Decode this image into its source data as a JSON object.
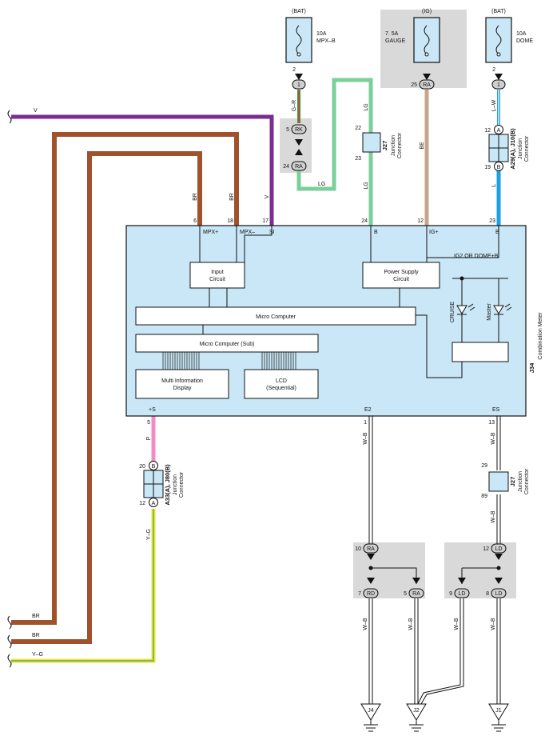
{
  "fuses": {
    "bat_left": {
      "source": "(BAT)",
      "rating": "10A",
      "name": "MPX–B",
      "pin_top": "2",
      "pin": "1"
    },
    "ig": {
      "source": "(IG)",
      "rating": "7. 5A",
      "name": "GAUGE",
      "pin_num": "25",
      "pin": "RA"
    },
    "bat_right": {
      "source": "(BAT)",
      "rating": "10A",
      "name": "DOME",
      "pin_top": "2",
      "pin": "1"
    }
  },
  "wires": {
    "v": "V",
    "br": "BR",
    "yg": "Y–G",
    "gr": "G–R",
    "lg": "LG",
    "be": "BE",
    "lw": "L–W",
    "l": "L",
    "p": "P",
    "wb": "W–B"
  },
  "connectors": {
    "rk": {
      "num": "5",
      "label": "RK"
    },
    "ra_left": {
      "num": "24",
      "label": "RA"
    },
    "j27_top": {
      "name": "J27",
      "sub": "Junction\nConnector",
      "pin_a": "22",
      "pin_b": "23"
    },
    "a29": {
      "name": "A29(A), J10(B)",
      "sub": "Junction Connector",
      "pin_a": "12",
      "pin_a_label": "A",
      "pin_b": "19",
      "pin_b_label": "B"
    },
    "a33": {
      "name": "A33(A), J80(B)",
      "sub": "Junction Connector",
      "pin_a": "20",
      "pin_a_label": "B",
      "pin_b": "12",
      "pin_b_label": "A"
    },
    "j27_bottom": {
      "name": "J27",
      "sub": "Junction Connector",
      "pin_a": "29",
      "pin_b": "89"
    },
    "ra_g1": {
      "num": "10",
      "label": "RA"
    },
    "rd": {
      "num": "7",
      "label": "RD"
    },
    "ra_g2": {
      "num": "5",
      "label": "RA"
    },
    "ld_top": {
      "num": "12",
      "label": "LD"
    },
    "ld_l": {
      "num": "9",
      "label": "LD"
    },
    "ld_r": {
      "num": "8",
      "label": "LD"
    }
  },
  "meter": {
    "name": "J34",
    "title": "Combination Meter",
    "pins_top": [
      {
        "num": "6",
        "label": "MPX+"
      },
      {
        "num": "18",
        "label": "MPX–"
      },
      {
        "num": "17",
        "label": "SI"
      },
      {
        "num": "24",
        "label": "B"
      },
      {
        "num": "12",
        "label": "IG+"
      },
      {
        "num": "23",
        "label": "B"
      }
    ],
    "pins_bottom": [
      {
        "num": "5",
        "label": "+S"
      },
      {
        "num": "1",
        "label": "E2"
      },
      {
        "num": "13",
        "label": "ES"
      }
    ],
    "blocks": {
      "input": "Input\nCircuit",
      "power": "Power Supply\nCircuit",
      "micro": "Micro Computer",
      "micro_sub": "Micro Computer (Sub)",
      "mid": "Multi Information\nDisplay",
      "lcd": "LCD\n(Sequential)",
      "ig2": "IG2 OR DOME+B",
      "cruise": "CRUISE",
      "master": "Master"
    }
  },
  "grounds": [
    "J4",
    "J2",
    "J1"
  ]
}
